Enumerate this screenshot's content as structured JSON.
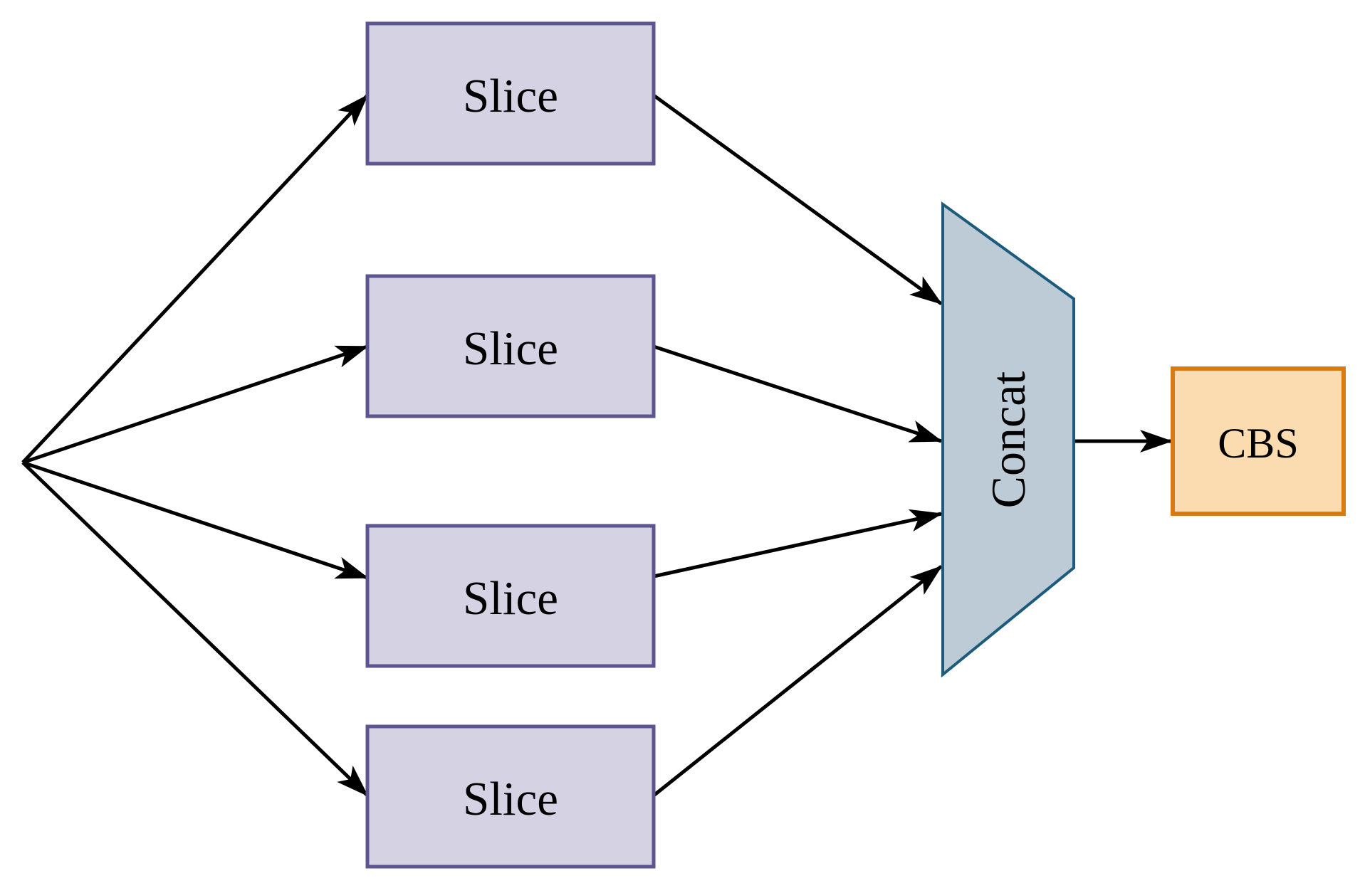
{
  "diagram": {
    "type": "flow-diagram",
    "background": "#FFFFFF",
    "edge_color": "#000000",
    "nodes": [
      {
        "id": "slice-1",
        "shape": "rectangle",
        "label": "Slice",
        "fill": "#D5D2E4",
        "border": "#5C5591"
      },
      {
        "id": "slice-2",
        "shape": "rectangle",
        "label": "Slice",
        "fill": "#D5D2E4",
        "border": "#5C5591"
      },
      {
        "id": "slice-3",
        "shape": "rectangle",
        "label": "Slice",
        "fill": "#D5D2E4",
        "border": "#5C5591"
      },
      {
        "id": "slice-4",
        "shape": "rectangle",
        "label": "Slice",
        "fill": "#D5D2E4",
        "border": "#5C5591"
      },
      {
        "id": "concat",
        "shape": "trapezoid",
        "label": "Concat",
        "fill": "#BCCBD6",
        "border": "#1D5B7D",
        "label_rotation_deg": -90
      },
      {
        "id": "cbs",
        "shape": "rectangle",
        "label": "CBS",
        "fill": "#FBDBB0",
        "border": "#D97B10"
      }
    ],
    "edges": [
      {
        "from": "input",
        "to": "slice-1"
      },
      {
        "from": "input",
        "to": "slice-2"
      },
      {
        "from": "input",
        "to": "slice-3"
      },
      {
        "from": "input",
        "to": "slice-4"
      },
      {
        "from": "slice-1",
        "to": "concat"
      },
      {
        "from": "slice-2",
        "to": "concat"
      },
      {
        "from": "slice-3",
        "to": "concat"
      },
      {
        "from": "slice-4",
        "to": "concat"
      },
      {
        "from": "concat",
        "to": "cbs"
      }
    ]
  }
}
